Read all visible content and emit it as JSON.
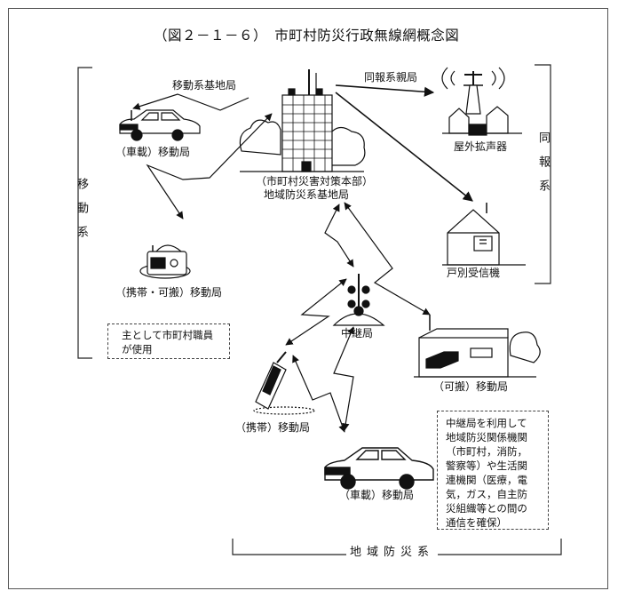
{
  "figure": {
    "title": "（図２－１－６）　市町村防災行政無線網概念図"
  },
  "groups": {
    "mobile": "移動系",
    "broadcast": "同報系",
    "regional": "地域防災系"
  },
  "links": {
    "mobile_base": "移動系基地局",
    "broadcast_parent": "同報系親局"
  },
  "stations": {
    "hq_line1": "（市町村災害対策本部）",
    "hq_line2": "地域防災系基地局",
    "car_mobile_left": "（車載）移動局",
    "portable_mobile_left": "（携帯・可搬）移動局",
    "outdoor_speaker": "屋外拡声器",
    "household_receiver": "戸別受信機",
    "relay": "中継局",
    "portable_mobile_right": "（可搬）移動局",
    "handheld_mobile": "（携帯）移動局",
    "car_mobile_bottom": "（車載）移動局"
  },
  "notes": {
    "staff_use": [
      "主として市町村職員",
      "が使用"
    ],
    "relay_use": [
      "中継局を利用して",
      "地域防災関係機関",
      "（市町村，消防，",
      "警察等）や生活関",
      "連機関（医療，電",
      "気，ガス，自主防",
      "災組織等との間の",
      "通信を確保）"
    ]
  }
}
